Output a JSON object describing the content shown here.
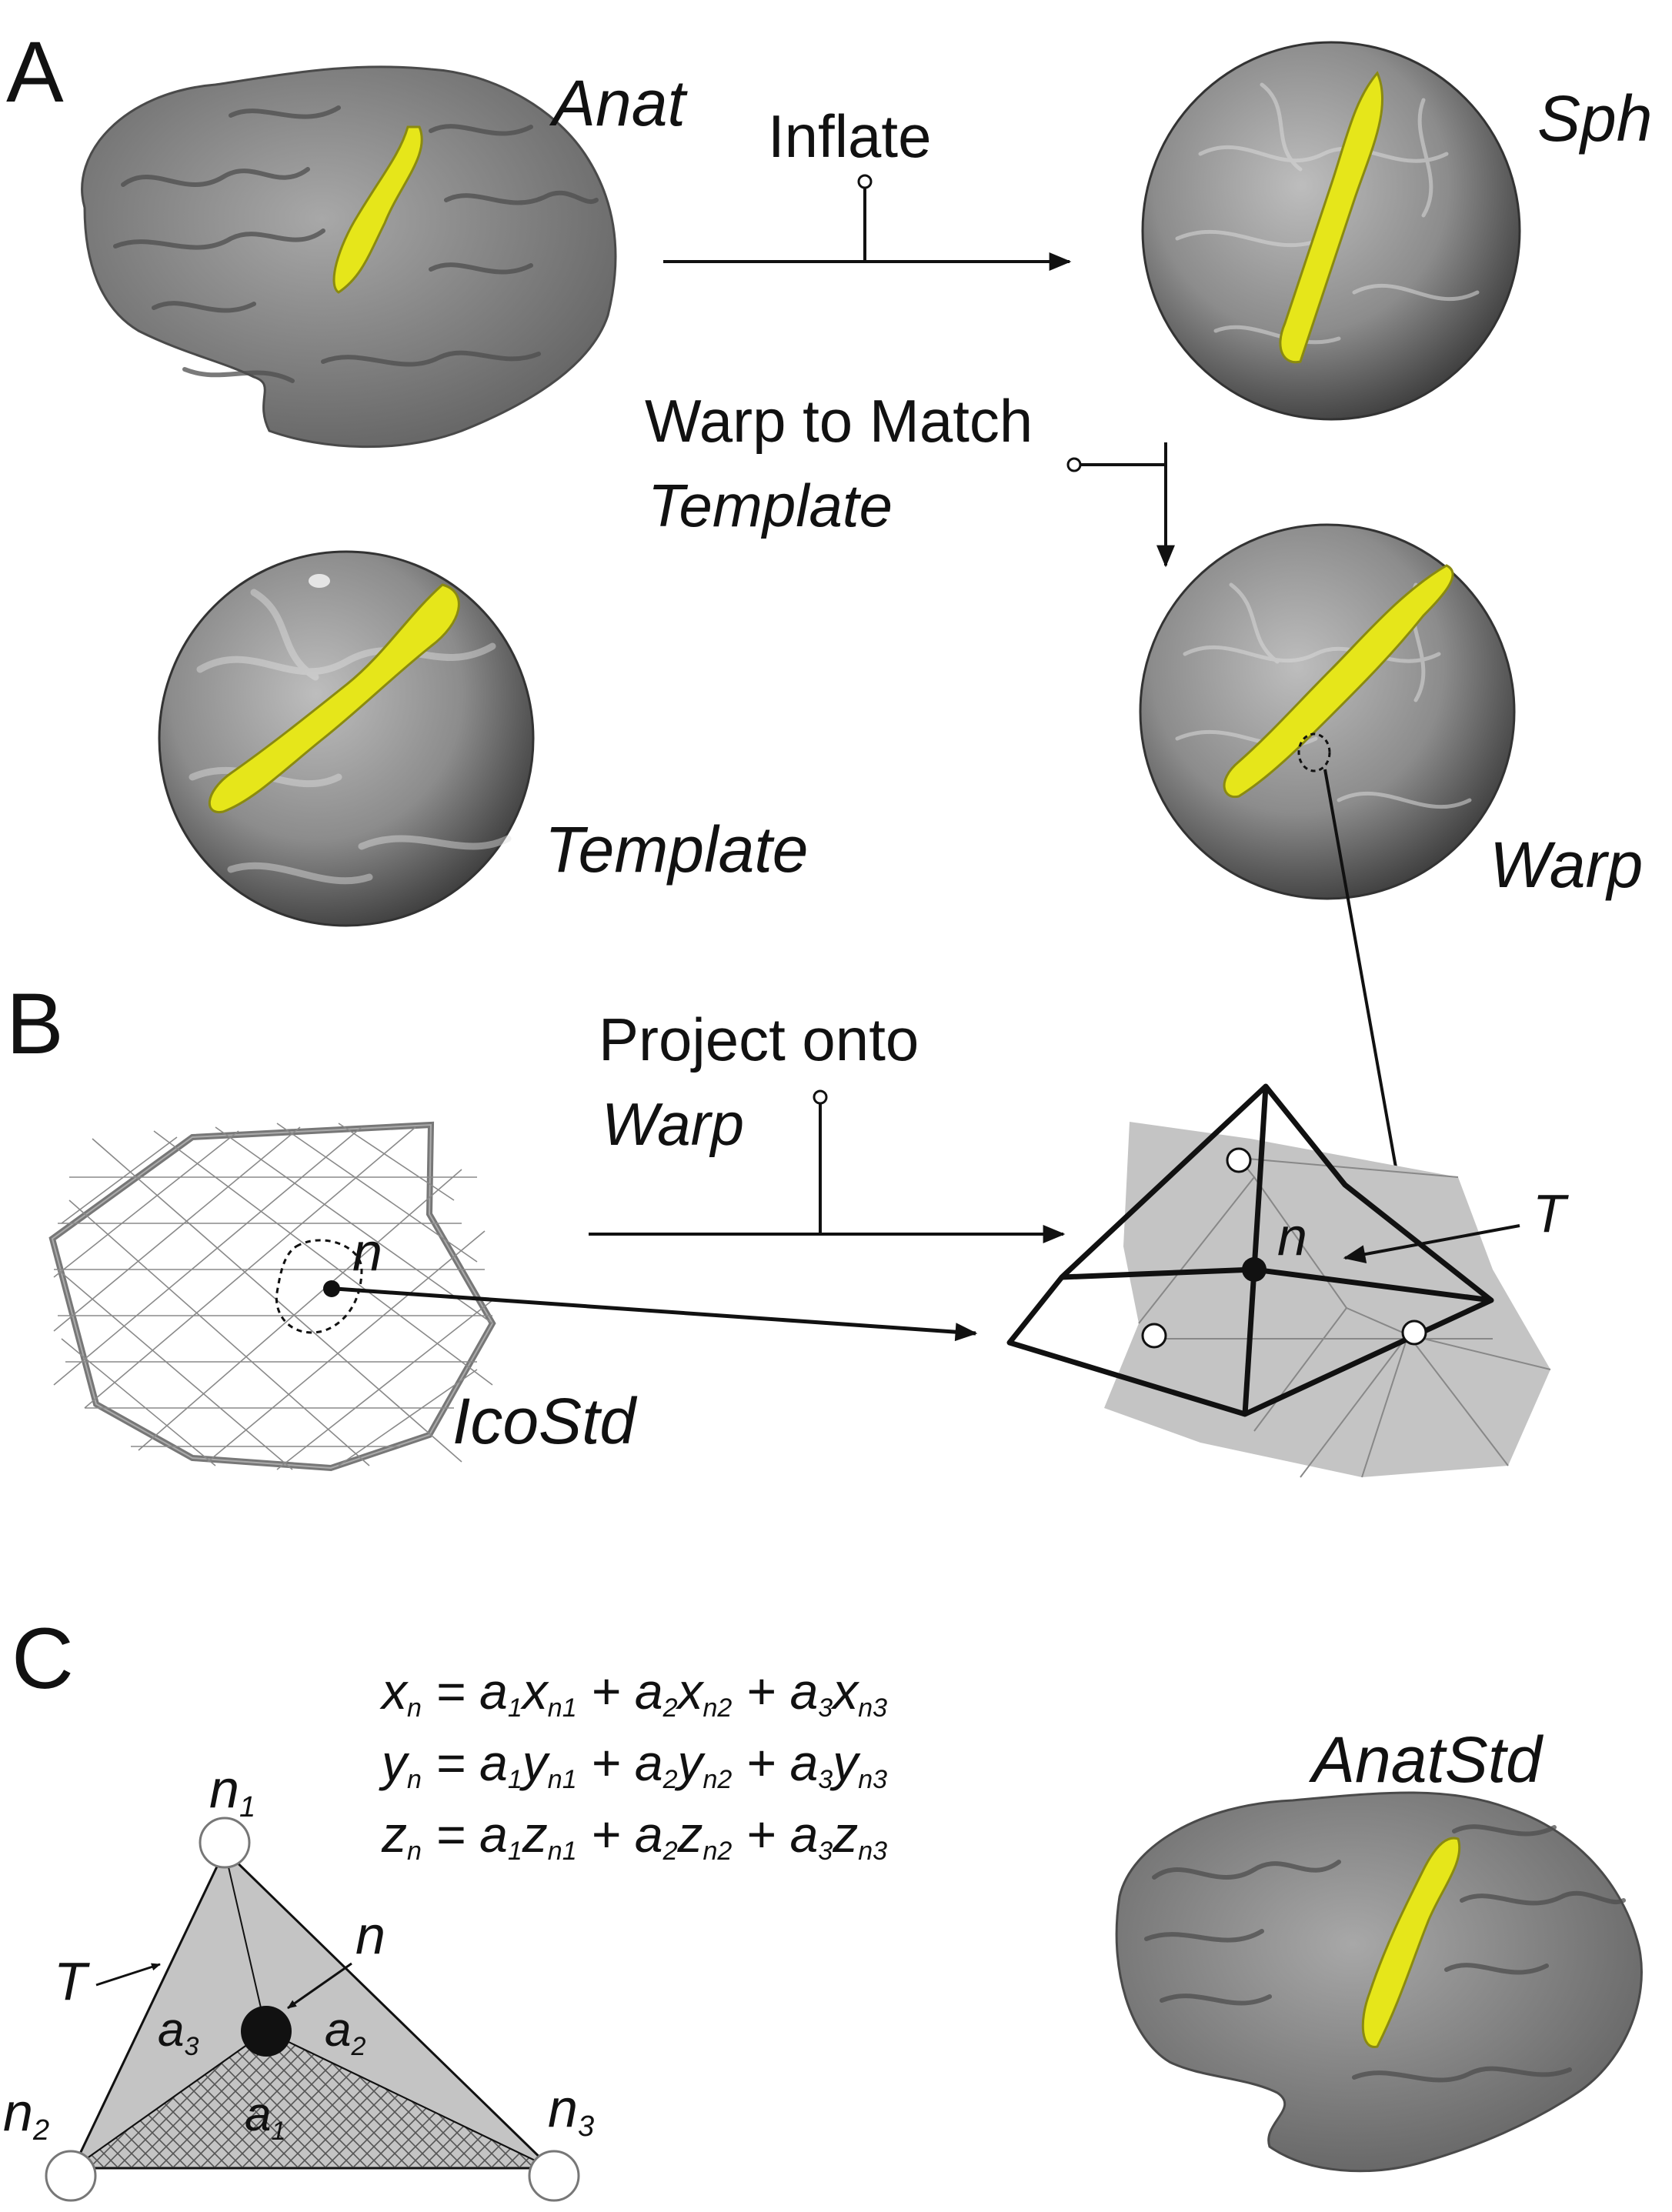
{
  "panels": {
    "a": "A",
    "b": "B",
    "c": "C"
  },
  "surfaces": {
    "anat": "Anat",
    "sph": "Sph",
    "template": "Template",
    "warp": "Warp",
    "icostd": "IcoStd",
    "anatstd": "AnatStd"
  },
  "steps": {
    "inflate": "Inflate",
    "warp_line1": "Warp to Match",
    "warp_line2": "Template",
    "project_line1": "Project onto",
    "project_line2": "Warp"
  },
  "mesh_labels": {
    "node": "n",
    "tile": "T"
  },
  "equations": [
    {
      "lhs": "x",
      "lhs_sub": "n",
      "t1": "a",
      "t1_sub": "1",
      "v1": "x",
      "v1_sub": "n1",
      "t2": "a",
      "t2_sub": "2",
      "v2": "x",
      "v2_sub": "n2",
      "t3": "a",
      "t3_sub": "3",
      "v3": "x",
      "v3_sub": "n3"
    },
    {
      "lhs": "y",
      "lhs_sub": "n",
      "t1": "a",
      "t1_sub": "1",
      "v1": "y",
      "v1_sub": "n1",
      "t2": "a",
      "t2_sub": "2",
      "v2": "y",
      "v2_sub": "n2",
      "t3": "a",
      "t3_sub": "3",
      "v3": "y",
      "v3_sub": "n3"
    },
    {
      "lhs": "z",
      "lhs_sub": "n",
      "t1": "a",
      "t1_sub": "1",
      "v1": "z",
      "v1_sub": "n1",
      "t2": "a",
      "t2_sub": "2",
      "v2": "z",
      "v2_sub": "n2",
      "t3": "a",
      "t3_sub": "3",
      "v3": "z",
      "v3_sub": "n3"
    }
  ],
  "operators": {
    "eq": "=",
    "plus": "+"
  },
  "triangle": {
    "n1": "n",
    "n1_sub": "1",
    "n2": "n",
    "n2_sub": "2",
    "n3": "n",
    "n3_sub": "3",
    "n": "n",
    "T": "T",
    "a1": "a",
    "a1_sub": "1",
    "a2": "a",
    "a2_sub": "2",
    "a3": "a",
    "a3_sub": "3"
  },
  "colors": {
    "cortex": "#8a8a8a",
    "sulcus_highlight": "#e6e61a",
    "mesh_fill": "#c4c4c4",
    "line": "#111111"
  }
}
